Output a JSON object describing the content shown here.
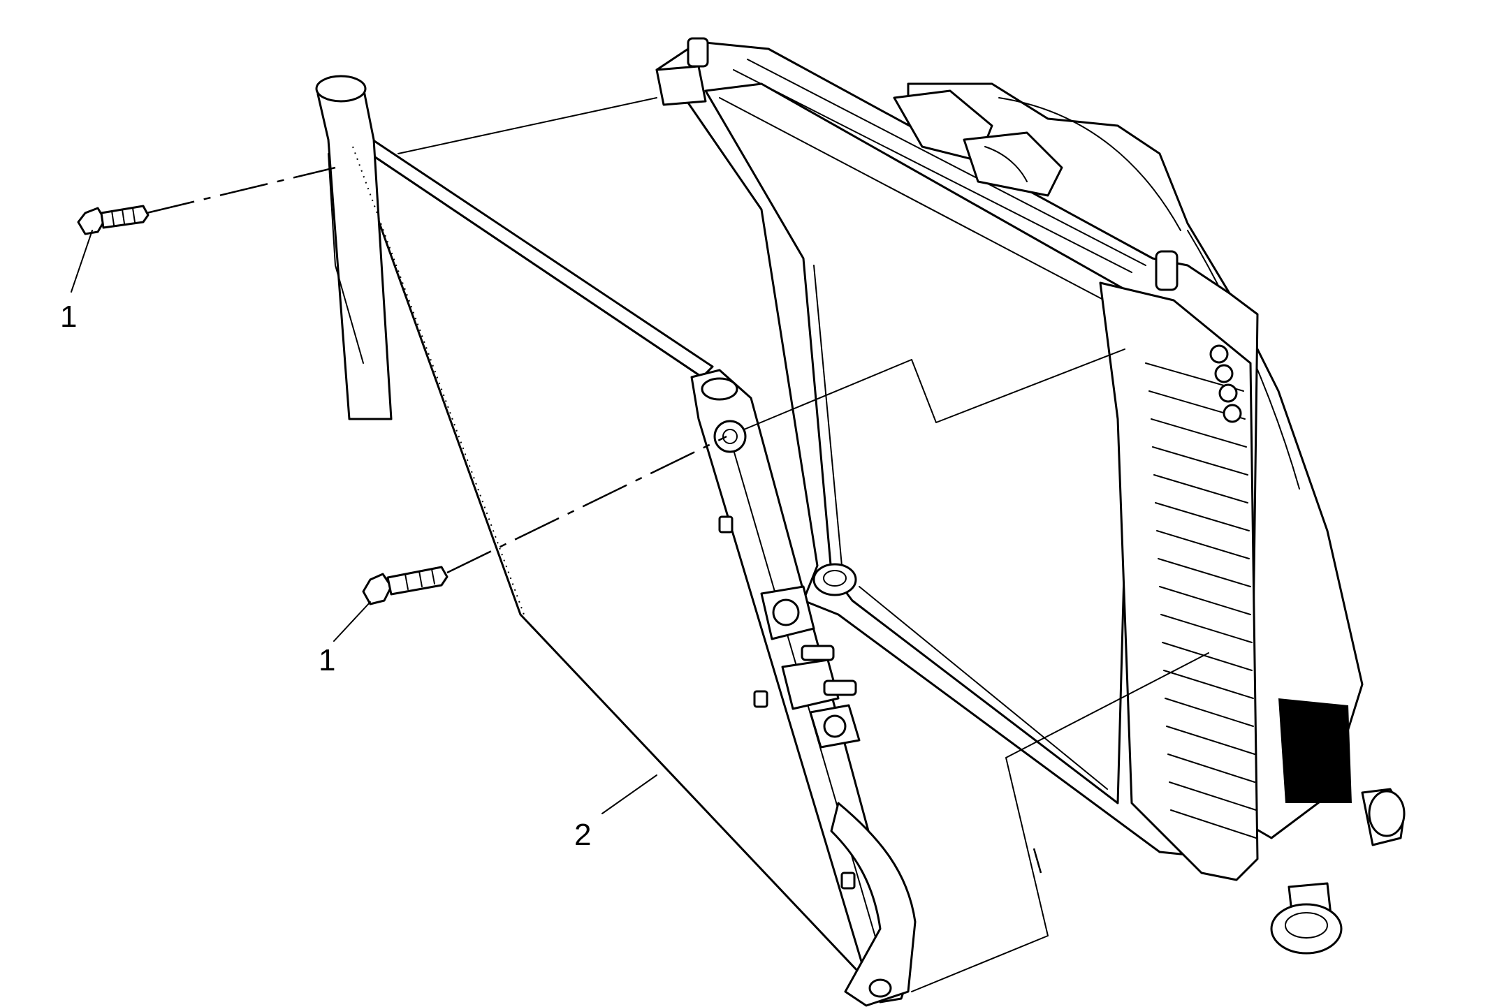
{
  "callouts": {
    "bolt_upper": "1",
    "bolt_lower": "1",
    "radiator": "2"
  }
}
